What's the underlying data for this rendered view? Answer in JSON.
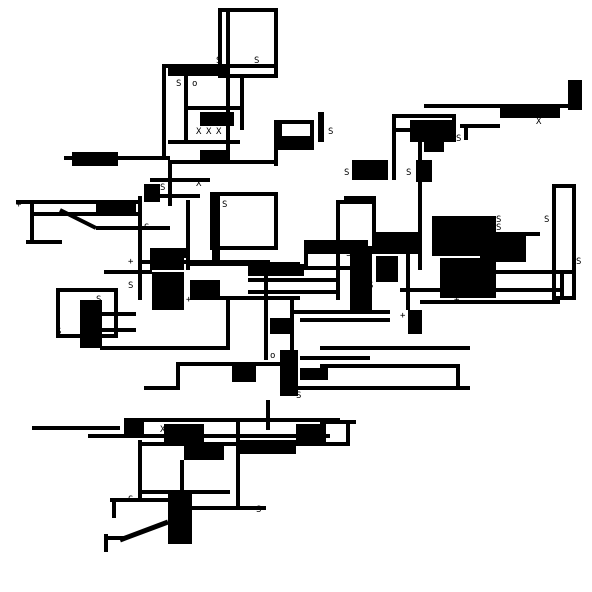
{
  "colors": {
    "ink": "#000000",
    "paper": "#ffffff"
  },
  "labels": {
    "s": "S",
    "x": "X",
    "o": "o",
    "p": "+"
  }
}
